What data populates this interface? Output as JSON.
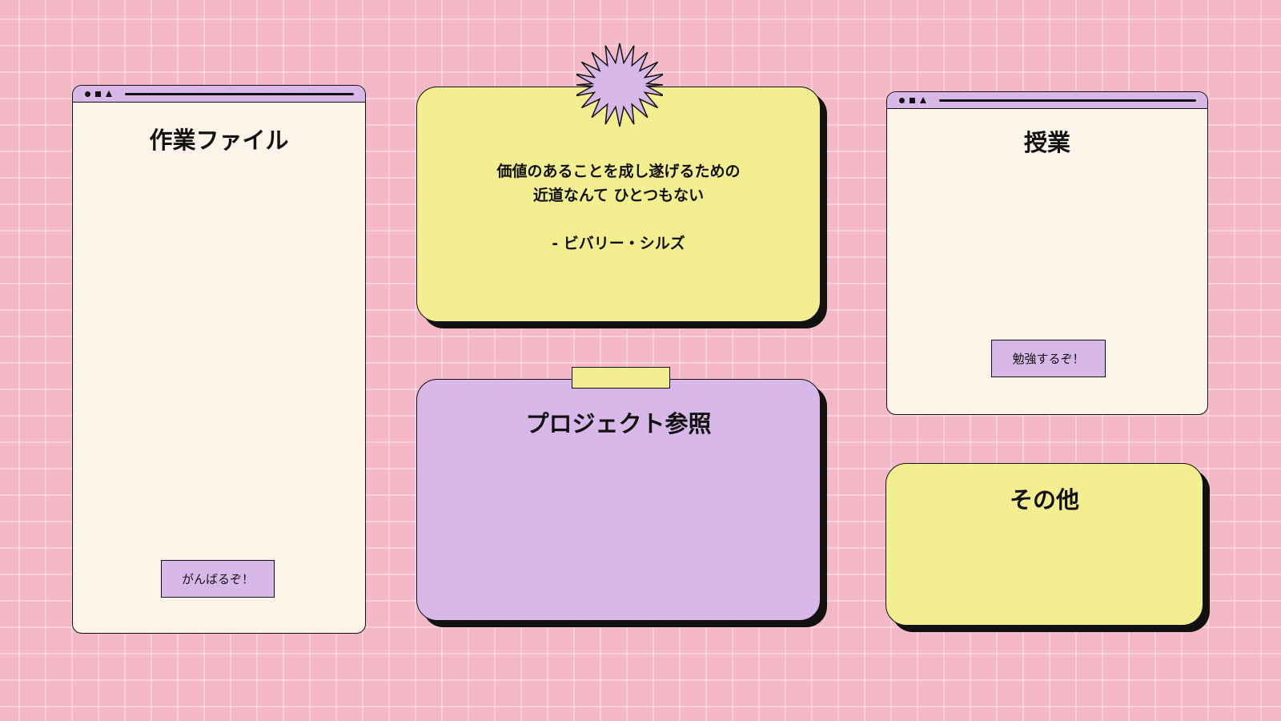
{
  "colors": {
    "background": "#f5b8c6",
    "cream": "#fcf3e9",
    "lavender": "#d7b8e8",
    "yellow": "#f3ee8f",
    "ink": "#111111"
  },
  "window_work_files": {
    "title": "作業ファイル",
    "button_label": "がんばるぞ！"
  },
  "quote_card": {
    "line1": "価値のあることを成し遂げるための",
    "line2": "近道なんて ひとつもない",
    "author": "- ビバリー・シルズ",
    "decoration": "starburst-icon"
  },
  "project_card": {
    "title": "プロジェクト参照",
    "decoration": "tape-strip"
  },
  "window_classes": {
    "title": "授業",
    "button_label": "勉強するぞ！"
  },
  "other_card": {
    "title": "その他"
  }
}
